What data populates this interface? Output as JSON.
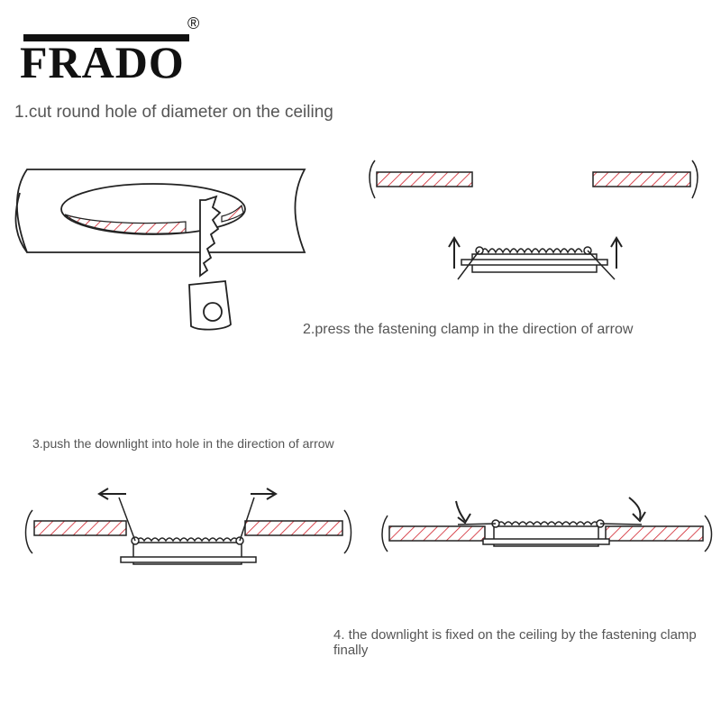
{
  "brand": {
    "name": "FRADO",
    "registered": "®"
  },
  "steps": {
    "step1": "1.cut round hole of diameter  on the ceiling",
    "step2": "2.press the fastening clamp in the direction of arrow",
    "step3": "3.push the downlight into hole in the direction of arrow",
    "step4": "4. the downlight is fixed on the ceiling by the fastening clamp finally"
  },
  "colors": {
    "hatch": "#d0202a",
    "line": "#222222"
  },
  "icons": [
    "saw-icon",
    "arrow-up-icon",
    "arrow-left-icon",
    "arrow-right-icon",
    "curved-arrow-down-icon"
  ]
}
